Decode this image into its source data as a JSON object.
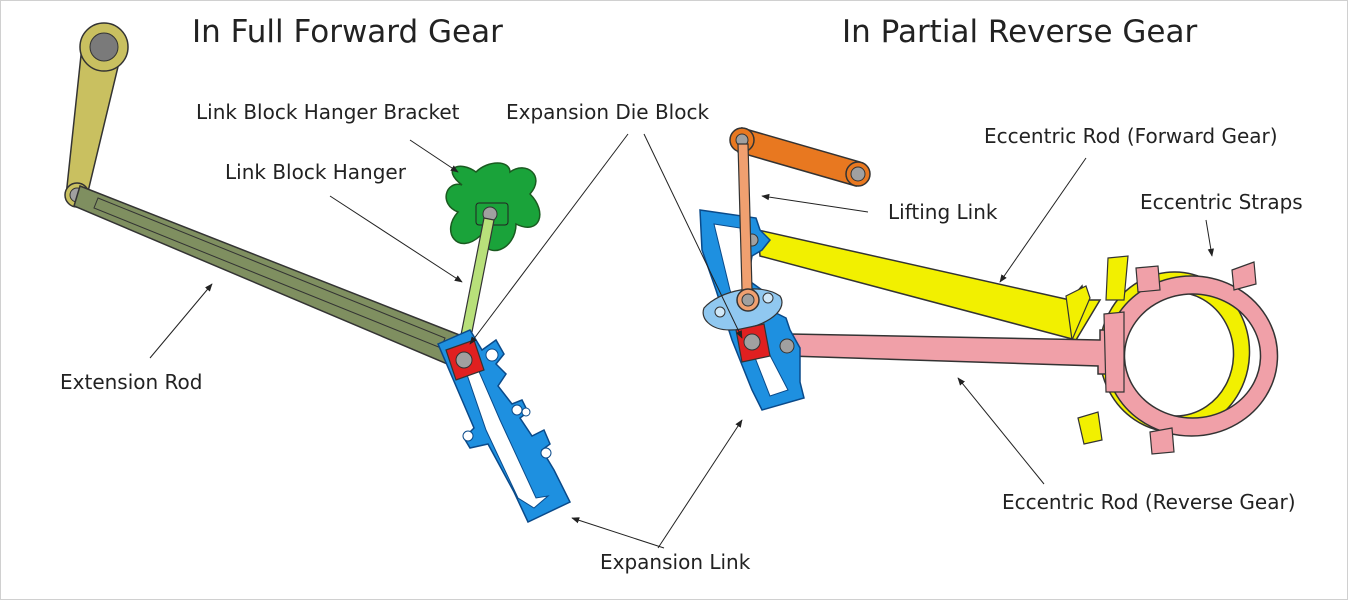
{
  "titles": {
    "left": "In Full Forward Gear",
    "right": "In Partial Reverse Gear"
  },
  "labels": {
    "link_block_hanger_bracket": "Link Block Hanger Bracket",
    "link_block_hanger": "Link Block Hanger",
    "expansion_die_block": "Expansion Die Block",
    "extension_rod": "Extension Rod",
    "expansion_link": "Expansion Link",
    "lifting_link": "Lifting Link",
    "eccentric_rod_forward": "Eccentric Rod (Forward Gear)",
    "eccentric_straps": "Eccentric Straps",
    "eccentric_rod_reverse": "Eccentric Rod (Reverse Gear)"
  },
  "colors": {
    "crank_arm": "#c9c060",
    "extension_rod": "#7f8f60",
    "hanger_bracket": "#1aa33a",
    "link_block_hanger": "#b8e07a",
    "expansion_link": "#1e90e0",
    "die_block": "#e02020",
    "lifting_arm": "#e87820",
    "lifting_link": "#f0a070",
    "lifting_plate": "#90c8f0",
    "eccentric_forward": "#f2f000",
    "eccentric_reverse": "#f0a0a8",
    "pin": "#a0a0a0"
  }
}
